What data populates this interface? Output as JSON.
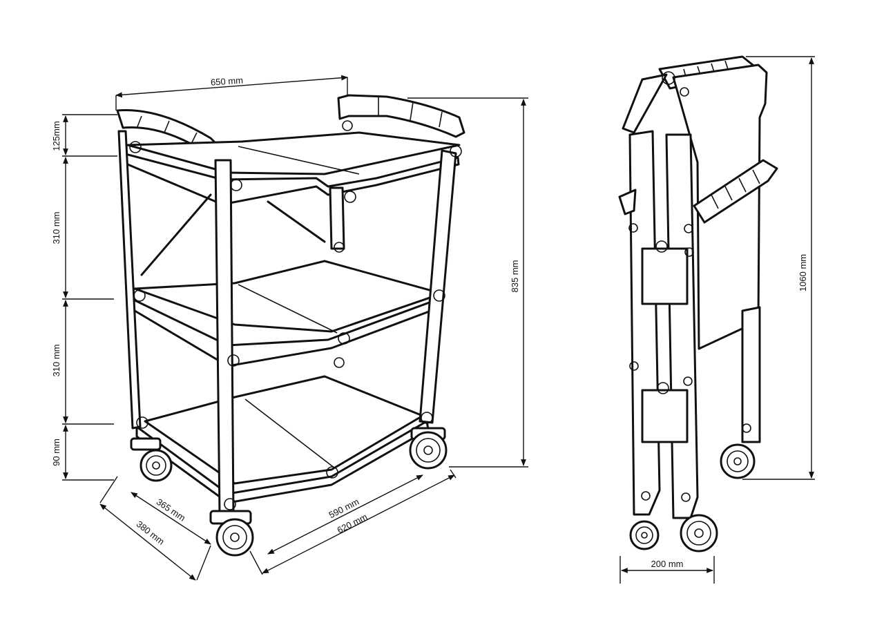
{
  "dimensions": {
    "width_top": "650 mm",
    "handle_height": "125mm",
    "shelf_gap_upper": "310 mm",
    "shelf_gap_lower": "310 mm",
    "bottom_clearance": "90 mm",
    "total_height": "835 mm",
    "depth_inner": "365 mm",
    "depth_outer": "380 mm",
    "length_inner": "590 mm",
    "length_outer": "620 mm",
    "folded_height": "1060 mm",
    "folded_depth": "200 mm"
  }
}
